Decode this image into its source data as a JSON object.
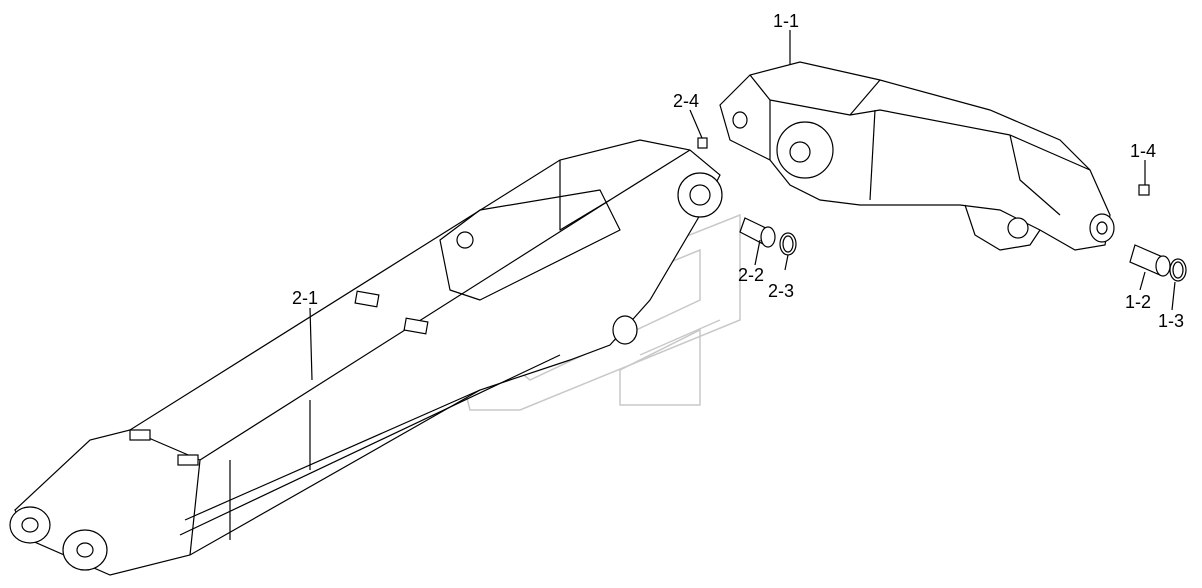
{
  "diagram": {
    "callouts": {
      "p1_1": "1-1",
      "p1_2": "1-2",
      "p1_3": "1-3",
      "p1_4": "1-4",
      "p2_1": "2-1",
      "p2_2": "2-2",
      "p2_3": "2-3",
      "p2_4": "2-4"
    }
  }
}
